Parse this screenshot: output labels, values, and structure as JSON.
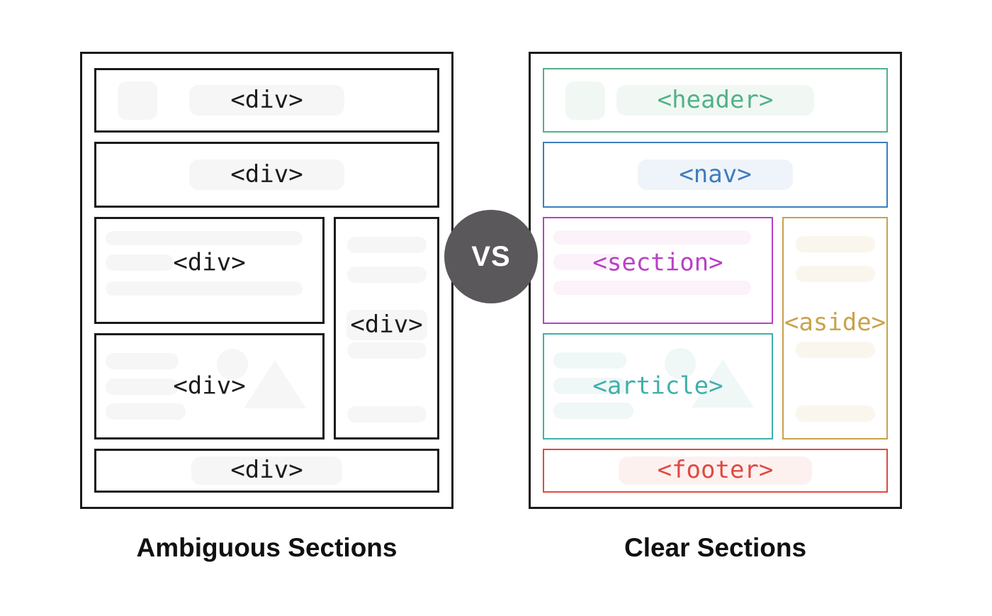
{
  "style": {
    "background": "#ffffff",
    "panel_border": "#1a1a1a",
    "caption_color": "#111111"
  },
  "vs_badge": {
    "label": "VS",
    "circle_color": "#5b585b",
    "text_color": "#ffffff"
  },
  "left_panel": {
    "caption": "Ambiguous Sections",
    "boxes": {
      "header": {
        "label": "<div>",
        "color": "#1c1c1c",
        "tint": "#f6f6f6"
      },
      "nav": {
        "label": "<div>",
        "color": "#1c1c1c",
        "tint": "#f6f6f6"
      },
      "section": {
        "label": "<div>",
        "color": "#1c1c1c",
        "tint": "#f6f6f6"
      },
      "article": {
        "label": "<div>",
        "color": "#1c1c1c",
        "tint": "#f6f6f6"
      },
      "aside": {
        "label": "<div>",
        "color": "#1c1c1c",
        "tint": "#f6f6f6"
      },
      "footer": {
        "label": "<div>",
        "color": "#1c1c1c",
        "tint": "#f6f6f6"
      }
    }
  },
  "right_panel": {
    "caption": "Clear Sections",
    "boxes": {
      "header": {
        "label": "<header>",
        "color": "#52b189",
        "tint": "#f1f8f4"
      },
      "nav": {
        "label": "<nav>",
        "color": "#3e7dbd",
        "tint": "#eff4fa"
      },
      "section": {
        "label": "<section>",
        "color": "#b841c5",
        "tint": "#fbf2fa"
      },
      "aside": {
        "label": "<aside>",
        "color": "#c9a24b",
        "tint": "#faf6ee"
      },
      "article": {
        "label": "<article>",
        "color": "#42afab",
        "tint": "#eff7f7"
      },
      "footer": {
        "label": "<footer>",
        "color": "#df4a42",
        "tint": "#fdf1f0"
      }
    }
  }
}
